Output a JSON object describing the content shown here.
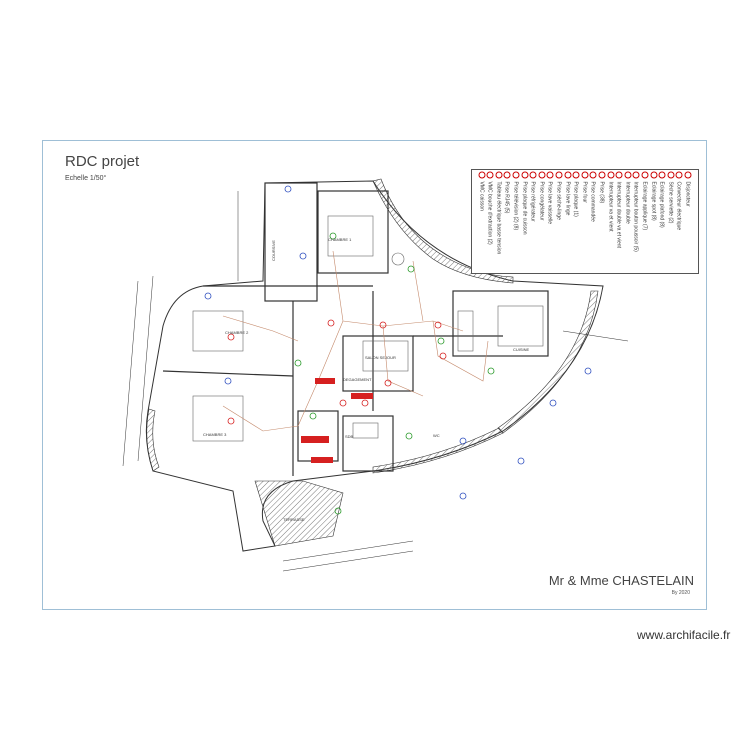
{
  "title": "RDC projet",
  "scale": "Echelle 1/50°",
  "client": "Mr & Mme CHASTELAIN",
  "author": "By 2020",
  "watermark": "www.archifacile.fr",
  "legend": [
    "Disjoncteur",
    "Convecteur électrique",
    "Sèche serviette (2)",
    "Eclairage plafond (8)",
    "Eclairage spot (8)",
    "Eclairage applique (7)",
    "Interrupteur bouton poussoir (5)",
    "Interrupteur double",
    "Interrupteur double va et vient",
    "Interrupteur va et vient",
    "Prise (38)",
    "Prise commandée",
    "Prise four",
    "Prise plaque (1)",
    "Prise lave linge",
    "Prise sèche-linge",
    "Prise lave vaisselle",
    "Prise congélateur",
    "Prise réfrigérateur",
    "Prise plaque de cuisson",
    "Prise télévision (2) (8)",
    "Prise RJ45 (5)",
    "Tableau électrique basse tension",
    "VMC bouche d'extraction (2)",
    "VMC caisson"
  ],
  "rooms": [
    "CHAMBRE 1",
    "CHAMBRE 2",
    "CHAMBRE 3",
    "CUISINE",
    "SALON SEJOUR",
    "SDB",
    "WC",
    "DEGAGEMENT",
    "COURSIVE",
    "TERRASSE"
  ],
  "colors": {
    "wall": "#333333",
    "hatch": "#555555",
    "circuit": "#c4896b",
    "red_tag": "#d62020",
    "green_symbol": "#2a9a2a",
    "blue_symbol": "#3050c0",
    "frame": "#9fbfd6"
  }
}
